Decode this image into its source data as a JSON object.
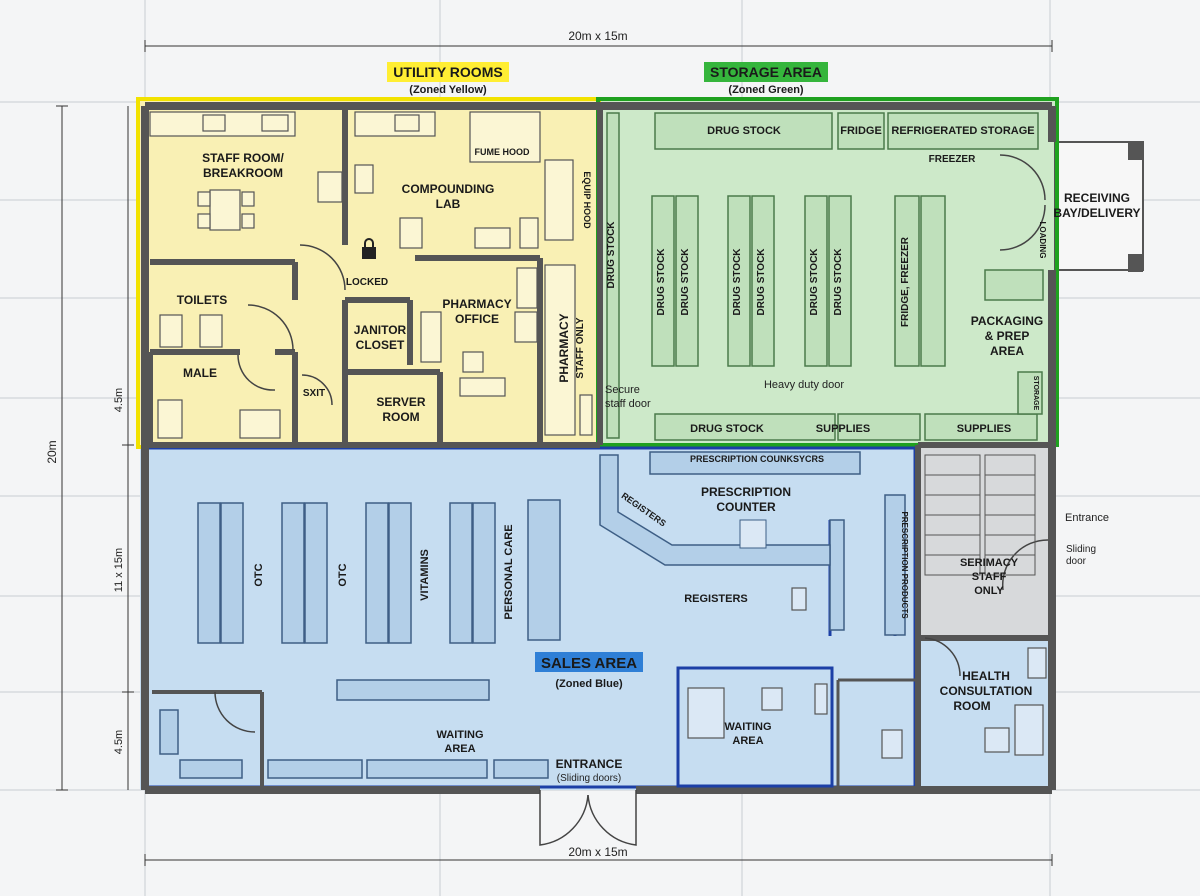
{
  "dimensions": {
    "top": "20m x 15m",
    "bottom": "20m x 15m",
    "left_total": "20m",
    "left_upper": "4.5m",
    "left_mid": "11 x 15m",
    "left_lower": "4.5m"
  },
  "zones": {
    "utility": {
      "title": "UTILITY ROOMS",
      "subtitle": "(Zoned Yellow)",
      "color": "#f9f0b4",
      "border": "#f2e200"
    },
    "storage": {
      "title": "STORAGE AREA",
      "subtitle": "(Zoned Green)",
      "color": "#cde9c9",
      "border": "#1fa11f"
    },
    "sales": {
      "title": "SALES AREA",
      "subtitle": "(Zoned Blue)",
      "color": "#c6ddf1",
      "border": "#1c3fa6"
    }
  },
  "rooms": {
    "staff_room": [
      "STAFF ROOM/",
      "BREAKROOM"
    ],
    "compounding": [
      "COMPOUNDING",
      "LAB"
    ],
    "fume_hood": "FUME HOOD",
    "equip_hood": "EQUIP HOOD",
    "toilets": "TOILETS",
    "locked": "LOCKED",
    "pharmacy_office": [
      "PHARMACY",
      "OFFICE"
    ],
    "janitor": [
      "JANITOR",
      "CLOSET"
    ],
    "male": "MALE",
    "exit": "SXIT",
    "server": [
      "SERVER",
      "ROOM"
    ],
    "pharmacy_staff": [
      "PHARMACY",
      "STAFF ONLY"
    ],
    "drug_stock": "DRUG STOCK",
    "fridge": "FRIDGE",
    "refrigerated": "REFRIGERATED STORAGE",
    "freezer": "FREEZER",
    "fridge_freezer": "FRIDGE, FREEZER",
    "loading": "LOADING",
    "receiving": [
      "RECEIVING",
      "BAY/DELIVERY"
    ],
    "packaging": [
      "PACKAGING",
      "& PREP",
      "AREA"
    ],
    "storage_small": "STORAGE",
    "heavy_door": "Heavy duty door",
    "secure_door": [
      "Secure",
      "staff door"
    ],
    "supplies": "SUPPLIES",
    "prescription_counters": "PRESCRIPTION COUNKSYCRS",
    "prescription_counter": [
      "PRESCRIPTION",
      "COUNTER"
    ],
    "registers": "REGISTERS",
    "prescription_products": "PRESCRIPTION PRODUCTS",
    "entrance_side": "Entrance",
    "sliding_door": [
      "Sliding",
      "door"
    ],
    "serimacy": [
      "SERIMACY",
      "STAFF",
      "ONLY"
    ],
    "otc": "OTC",
    "vitamins": "VITAMINS",
    "personal_care": "PERSONAL CARE",
    "health_consult": [
      "HEALTH",
      "CONSULTATION",
      "ROOM"
    ],
    "waiting_area": [
      "WAITING",
      "AREA"
    ],
    "entrance": "ENTRANCE",
    "entrance_sub": "(Sliding doors)"
  }
}
